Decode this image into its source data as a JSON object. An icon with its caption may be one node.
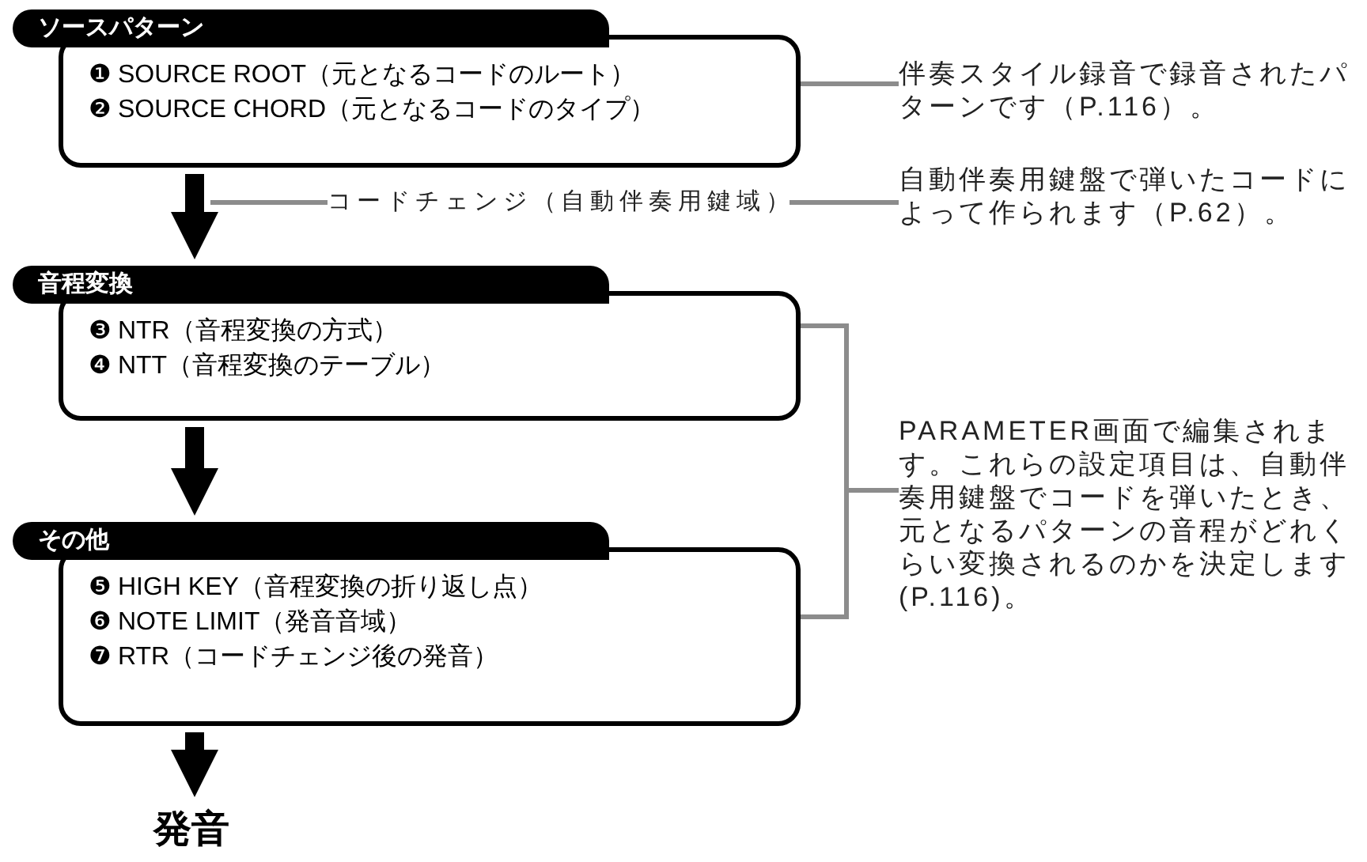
{
  "diagram": {
    "nodes": [
      {
        "text": [
          "ソースパターン",
          "❶ SOURCE ROOT（元となるコードのルート）",
          "❷ SOURCE CHORD（元となるコードのタイプ）"
        ]
      },
      {
        "text": [
          "音程変換",
          "❸ NTR（音程変換の方式）",
          "❹ NTT（音程変換のテーブル）"
        ]
      },
      {
        "text": [
          "その他",
          "❺ HIGH KEY（音程変換の折り返し点）",
          "❻ NOTE LIMIT（発音音域）",
          "❼ RTR（コードチェンジ後の発音）"
        ]
      },
      {
        "text": [
          "発音"
        ]
      },
      {
        "text": [
          "伴奏スタイル録音で録音されたパターンです（P.116）。"
        ]
      },
      {
        "text": [
          "コードチェンジ（自動伴奏用鍵域）"
        ]
      },
      {
        "text": [
          "自動伴奏用鍵盤で弾いたコードによって作られます（P.62）。"
        ]
      },
      {
        "text": [
          "PARAMETER画面で編集されます。これらの設定項目は、自動伴奏用鍵盤でコードを弾いたとき、元となるパターンの音程がどれくらい変換されるのかを決定します(P.116)。"
        ]
      }
    ],
    "edges": [
      {
        "from": 0,
        "to": 1,
        "arrow": "to",
        "style": "thick",
        "color": "#000000"
      },
      {
        "from": 1,
        "to": 2,
        "arrow": "to",
        "style": "thick",
        "color": "#000000"
      },
      {
        "from": 2,
        "to": 3,
        "arrow": "to",
        "style": "thick",
        "color": "#000000"
      },
      {
        "from": 0,
        "to": 4,
        "arrow": "none",
        "color": "#8c8c8c"
      },
      {
        "from": null,
        "to": 5,
        "arrow": "none",
        "color": "#8c8c8c"
      },
      {
        "from": 5,
        "to": 6,
        "arrow": "none",
        "color": "#8c8c8c"
      },
      {
        "from": 1,
        "to": 7,
        "arrow": "none",
        "color": "#8c8c8c"
      },
      {
        "from": 2,
        "to": 7,
        "arrow": "none",
        "color": "#8c8c8c"
      }
    ]
  }
}
